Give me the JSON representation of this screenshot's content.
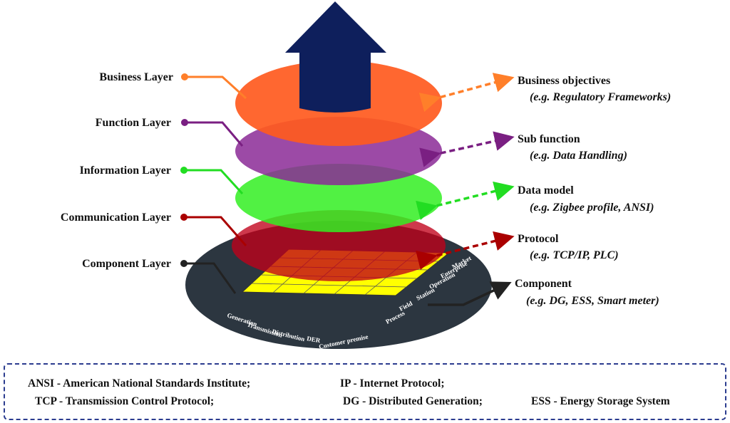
{
  "layers": [
    {
      "label": "Business Layer",
      "color": "#ff5a1e",
      "line_color": "#ff7f2a"
    },
    {
      "label": "Function Layer",
      "color": "#8b2a96",
      "line_color": "#7a1f82"
    },
    {
      "label": "Information Layer",
      "color": "#33ee22",
      "line_color": "#22dd22"
    },
    {
      "label": "Communication Layer",
      "color": "#c0001a",
      "line_color": "#aa0000"
    },
    {
      "label": "Component Layer",
      "color": "#2c3640",
      "line_color": "#222222"
    }
  ],
  "descriptions": [
    {
      "title": "Business objectives",
      "example": "(e.g. Regulatory Frameworks)"
    },
    {
      "title": "Sub function",
      "example": "(e.g. Data Handling)"
    },
    {
      "title": "Data model",
      "example": "(e.g. Zigbee profile, ANSI)"
    },
    {
      "title": "Protocol",
      "example": "(e.g. TCP/IP, PLC)"
    },
    {
      "title": "Component",
      "example": "(e.g. DG, ESS, Smart meter)"
    }
  ],
  "domains": [
    "Generation",
    "Transmission",
    "Distribution",
    "DER",
    "Customer premise"
  ],
  "zones": [
    "Process",
    "Field",
    "Station",
    "Operation",
    "Enterprise",
    "Market"
  ],
  "arrow_color": "#0e1f5c",
  "abbreviations": {
    "ansi": "ANSI - American National Standards Institute;",
    "ip": "IP - Internet Protocol;",
    "tcp": "TCP - Transmission Control Protocol;",
    "dg": "DG - Distributed Generation;",
    "ess": "ESS - Energy Storage System"
  }
}
